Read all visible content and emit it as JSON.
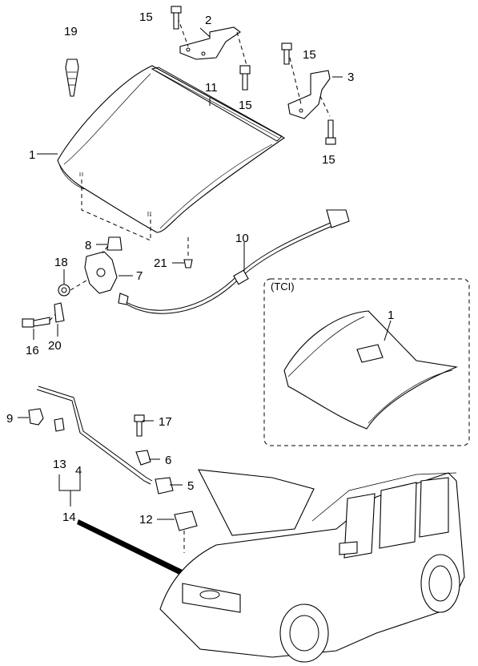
{
  "callouts": {
    "c1": "1",
    "c2": "2",
    "c3": "3",
    "c4": "4",
    "c5": "5",
    "c6": "6",
    "c7": "7",
    "c8": "8",
    "c9": "9",
    "c10": "10",
    "c11": "11",
    "c12": "12",
    "c13": "13",
    "c14": "14",
    "c15a": "15",
    "c15b": "15",
    "c15c": "15",
    "c15d": "15",
    "c16": "16",
    "c17": "17",
    "c18": "18",
    "c19": "19",
    "c20": "20",
    "c21": "21",
    "tci_1": "1"
  },
  "inset": {
    "title": "(TCI)"
  }
}
